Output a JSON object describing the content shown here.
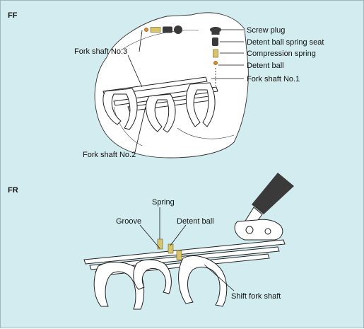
{
  "sections": {
    "ff": {
      "title": "FF",
      "labels": {
        "screw_plug": "Screw plug",
        "detent_ball_spring_seat": "Detent ball spring seat",
        "compression_spring": "Compression spring",
        "detent_ball": "Detent ball",
        "fork_shaft_no1": "Fork shaft No.1",
        "fork_shaft_no2": "Fork shaft No.2",
        "fork_shaft_no3": "Fork shaft No.3"
      }
    },
    "fr": {
      "title": "FR",
      "labels": {
        "spring": "Spring",
        "groove": "Groove",
        "detent_ball": "Detent ball",
        "shift_fork_shaft": "Shift fork shaft"
      }
    }
  },
  "colors": {
    "background": "#d2ecf0",
    "spring_gold": "#d8c46a",
    "dark_part": "#3a3a3a",
    "ball_orange": "#e08a2a"
  }
}
